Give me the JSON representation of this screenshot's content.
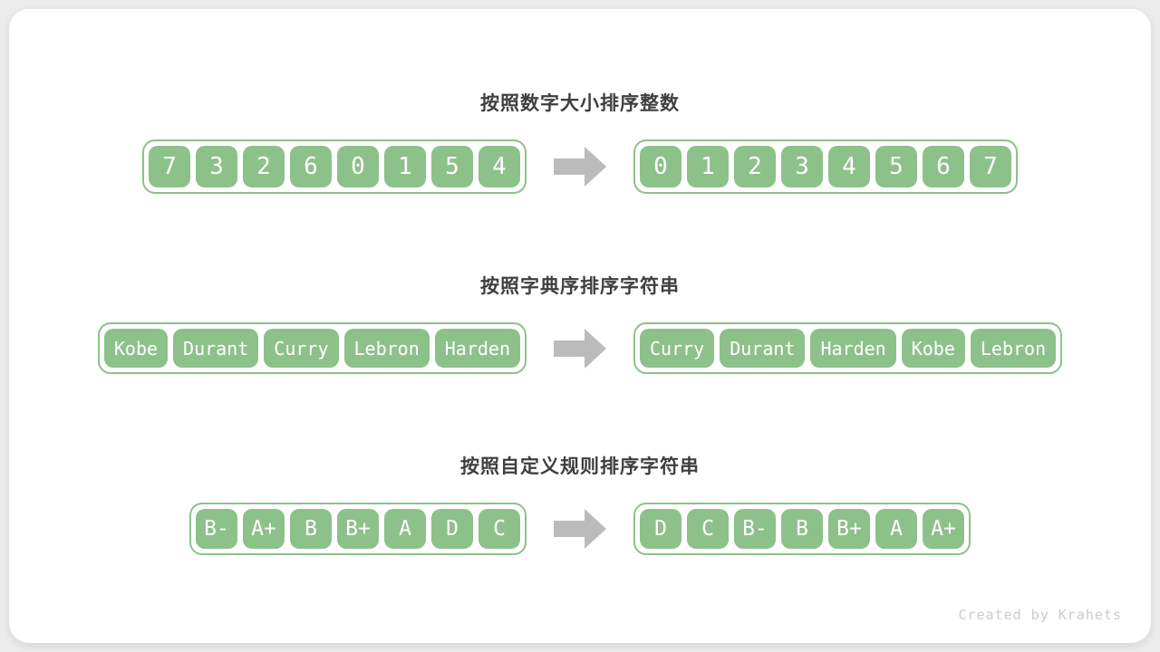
{
  "colors": {
    "accent_green": "#8DC18A",
    "arrow_gray": "#BBBBBB",
    "title_text": "#3F3F3F",
    "credit_text": "#CBCBCB",
    "page_background": "#ECECEC",
    "card_background": "#FFFFFF"
  },
  "sections": [
    {
      "title": "按照数字大小排序整数",
      "variant": "digits",
      "before": [
        "7",
        "3",
        "2",
        "6",
        "0",
        "1",
        "5",
        "4"
      ],
      "after": [
        "0",
        "1",
        "2",
        "3",
        "4",
        "5",
        "6",
        "7"
      ]
    },
    {
      "title": "按照字典序排序字符串",
      "variant": "words",
      "before": [
        "Kobe",
        "Durant",
        "Curry",
        "Lebron",
        "Harden"
      ],
      "after": [
        "Curry",
        "Durant",
        "Harden",
        "Kobe",
        "Lebron"
      ]
    },
    {
      "title": "按照自定义规则排序字符串",
      "variant": "grades",
      "before": [
        "B-",
        "A+",
        "B",
        "B+",
        "A",
        "D",
        "C"
      ],
      "after": [
        "D",
        "C",
        "B-",
        "B",
        "B+",
        "A",
        "A+"
      ]
    }
  ],
  "credit": "Created by Krahets"
}
